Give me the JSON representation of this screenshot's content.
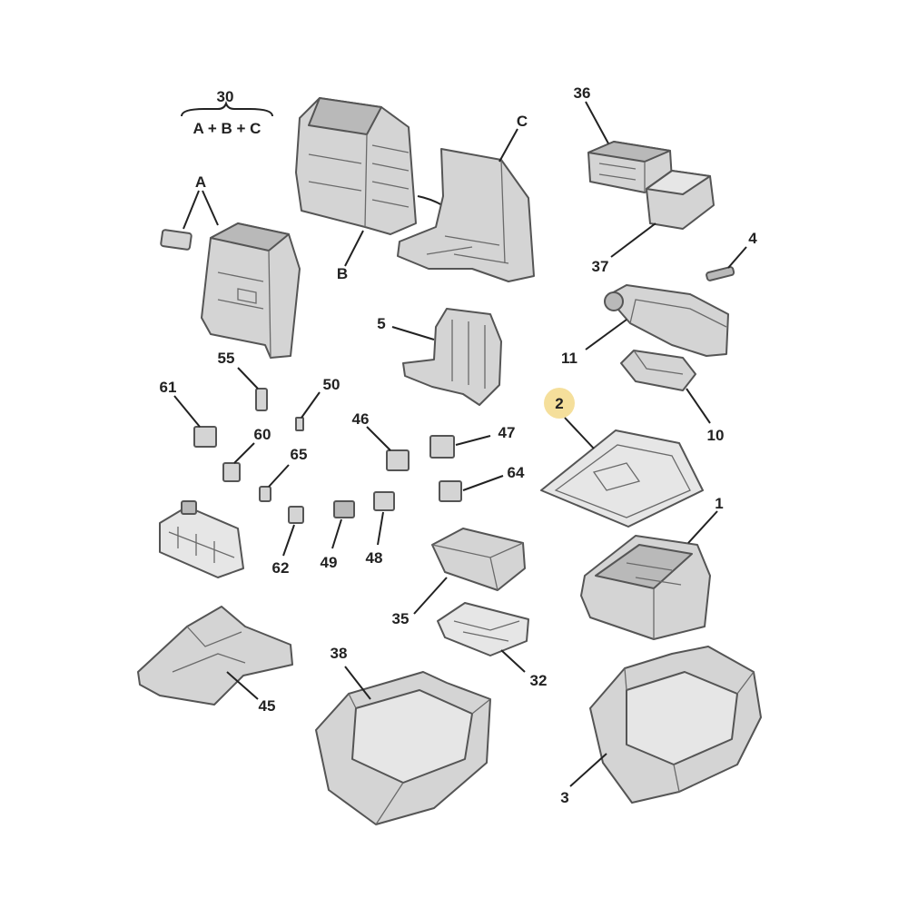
{
  "kit": {
    "number": "30",
    "formula": "A + B + C"
  },
  "highlight": {
    "number": "2",
    "color": "#f3d98a"
  },
  "labels": {
    "A": "A",
    "B": "B",
    "C": "C",
    "p36": "36",
    "p37": "37",
    "p4": "4",
    "p5": "5",
    "p11": "11",
    "p10": "10",
    "p2": "2",
    "p55": "55",
    "p61": "61",
    "p50": "50",
    "p46": "46",
    "p47": "47",
    "p60": "60",
    "p65": "65",
    "p64": "64",
    "p1": "1",
    "p62": "62",
    "p49": "49",
    "p48": "48",
    "p35": "35",
    "p38": "38",
    "p32": "32",
    "p45": "45",
    "p3": "3"
  }
}
